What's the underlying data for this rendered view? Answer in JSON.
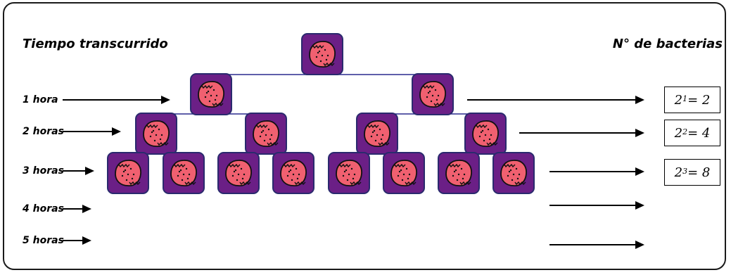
{
  "title_left": "Tiempo transcurrido",
  "title_right": "N° de bacterias",
  "rows": [
    {
      "label": "1 hora"
    },
    {
      "label": "2 horas"
    },
    {
      "label": "3 horas"
    },
    {
      "label": "4 horas"
    },
    {
      "label": "5 horas"
    }
  ],
  "results": [
    {
      "base": "2",
      "exp": "1",
      "value": "= 2"
    },
    {
      "base": "2",
      "exp": "2",
      "value": "= 4"
    },
    {
      "base": "2",
      "exp": "3",
      "value": "= 8"
    }
  ],
  "tree": {
    "levels": [
      1,
      2,
      4,
      8
    ],
    "node_fill": "#6b1f86",
    "node_border": "#2a2a6e",
    "bacterium_fill": "#f06070",
    "connector_color": "#2a2a8e"
  },
  "colors": {
    "arrow": "#000000",
    "frame": "#1a1a1a"
  }
}
